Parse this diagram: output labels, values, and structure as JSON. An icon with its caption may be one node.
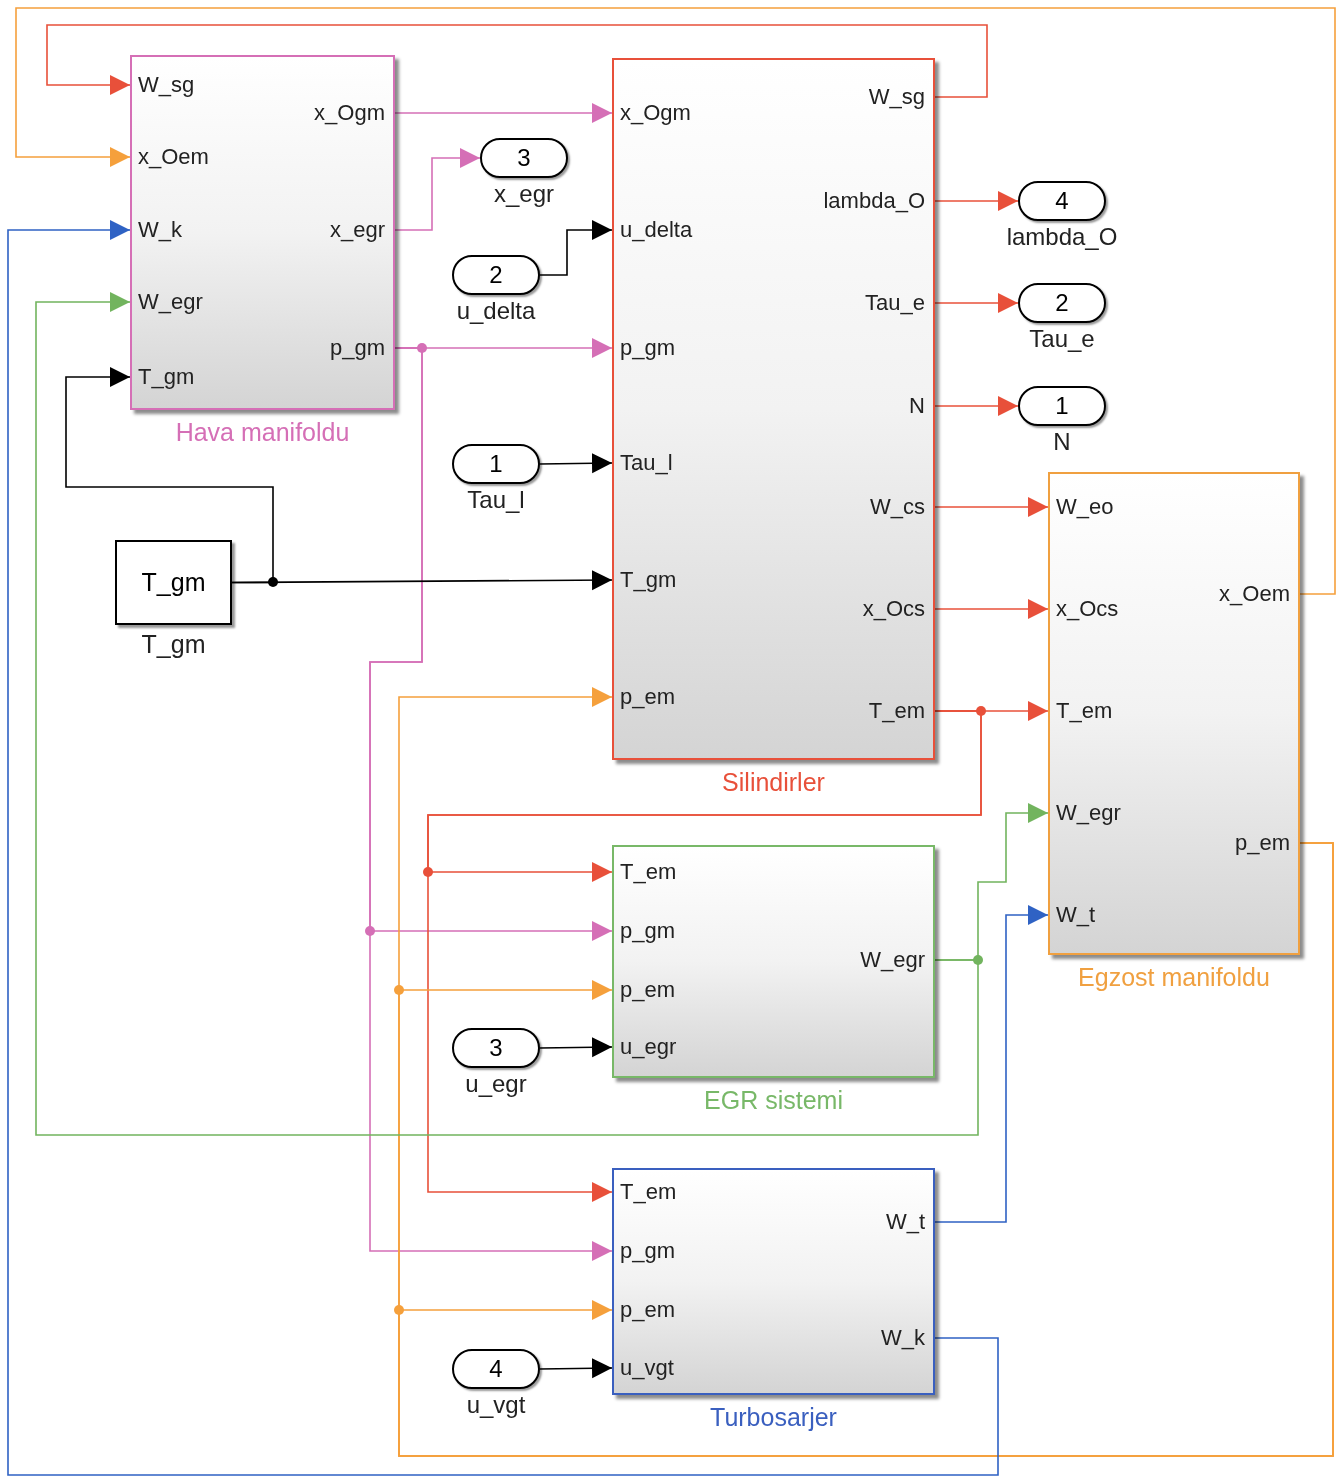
{
  "diagram": {
    "nodes": [
      {
        "text": [
          "Hava manifoldu"
        ]
      },
      {
        "text": [
          "W_sg"
        ],
        "in": 0
      },
      {
        "text": [
          "x_Oem"
        ],
        "in": 0
      },
      {
        "text": [
          "W_k"
        ],
        "in": 0
      },
      {
        "text": [
          "W_egr"
        ],
        "in": 0
      },
      {
        "text": [
          "T_gm"
        ],
        "in": 0
      },
      {
        "text": [
          "x_Ogm"
        ],
        "in": 0
      },
      {
        "text": [
          "x_egr"
        ],
        "in": 0
      },
      {
        "text": [
          "p_gm"
        ],
        "in": 0
      },
      {
        "text": [
          "Silindirler"
        ]
      },
      {
        "text": [
          "x_Ogm"
        ],
        "in": 9
      },
      {
        "text": [
          "u_delta"
        ],
        "in": 9
      },
      {
        "text": [
          "p_gm"
        ],
        "in": 9
      },
      {
        "text": [
          "Tau_l"
        ],
        "in": 9
      },
      {
        "text": [
          "T_gm"
        ],
        "in": 9
      },
      {
        "text": [
          "p_em"
        ],
        "in": 9
      },
      {
        "text": [
          "W_sg"
        ],
        "in": 9
      },
      {
        "text": [
          "lambda_O"
        ],
        "in": 9
      },
      {
        "text": [
          "Tau_e"
        ],
        "in": 9
      },
      {
        "text": [
          "N"
        ],
        "in": 9
      },
      {
        "text": [
          "W_cs"
        ],
        "in": 9
      },
      {
        "text": [
          "x_Ocs"
        ],
        "in": 9
      },
      {
        "text": [
          "T_em"
        ],
        "in": 9
      },
      {
        "text": [
          "3"
        ],
        "beside": [
          "x_egr"
        ]
      },
      {
        "text": [
          "2"
        ],
        "beside": [
          "u_delta"
        ]
      },
      {
        "text": [
          "4"
        ],
        "beside": [
          "lambda_O"
        ]
      },
      {
        "text": [
          "2"
        ],
        "beside": [
          "Tau_e"
        ]
      },
      {
        "text": [
          "1"
        ],
        "beside": [
          "N"
        ]
      },
      {
        "text": [
          "1"
        ],
        "beside": [
          "Tau_l"
        ]
      },
      {
        "text": [
          "T_gm"
        ],
        "beside": [
          "T_gm"
        ]
      },
      {
        "text": [
          "Egzost manifoldu"
        ]
      },
      {
        "text": [
          "W_eo"
        ],
        "in": 30
      },
      {
        "text": [
          "x_Ocs"
        ],
        "in": 30
      },
      {
        "text": [
          "T_em"
        ],
        "in": 30
      },
      {
        "text": [
          "W_egr"
        ],
        "in": 30
      },
      {
        "text": [
          "W_t"
        ],
        "in": 30
      },
      {
        "text": [
          "x_Oem"
        ],
        "in": 30
      },
      {
        "text": [
          "p_em"
        ],
        "in": 30
      },
      {
        "text": [
          "EGR sistemi"
        ]
      },
      {
        "text": [
          "T_em"
        ],
        "in": 38
      },
      {
        "text": [
          "p_gm"
        ],
        "in": 38
      },
      {
        "text": [
          "p_em"
        ],
        "in": 38
      },
      {
        "text": [
          "u_egr"
        ],
        "in": 38
      },
      {
        "text": [
          "W_egr"
        ],
        "in": 38
      },
      {
        "text": [
          "3"
        ],
        "beside": [
          "u_egr"
        ]
      },
      {
        "text": [
          "Turbosarjer"
        ]
      },
      {
        "text": [
          "T_em"
        ],
        "in": 45
      },
      {
        "text": [
          "p_gm"
        ],
        "in": 45
      },
      {
        "text": [
          "p_em"
        ],
        "in": 45
      },
      {
        "text": [
          "u_vgt"
        ],
        "in": 45
      },
      {
        "text": [
          "W_t"
        ],
        "in": 45
      },
      {
        "text": [
          "W_k"
        ],
        "in": 45
      },
      {
        "text": [
          "4"
        ],
        "beside": [
          "u_vgt"
        ]
      }
    ],
    "edges": [
      {
        "from": 6,
        "to": 10,
        "arrow": "to",
        "color": "#d56fb6"
      },
      {
        "from": 7,
        "to": 23,
        "arrow": "to",
        "color": "#d56fb6"
      },
      {
        "from": 8,
        "to": 12,
        "arrow": "to",
        "color": "#d56fb6"
      },
      {
        "from": 8,
        "to": 40,
        "arrow": "to",
        "color": "#d56fb6"
      },
      {
        "from": 8,
        "to": 47,
        "arrow": "to",
        "color": "#d56fb6"
      },
      {
        "from": 24,
        "to": 11,
        "arrow": "to",
        "color": "#000000"
      },
      {
        "from": 28,
        "to": 13,
        "arrow": "to",
        "color": "#000000"
      },
      {
        "from": 29,
        "to": 14,
        "arrow": "to",
        "color": "#000000"
      },
      {
        "from": 29,
        "to": 5,
        "arrow": "to",
        "color": "#000000"
      },
      {
        "from": 16,
        "to": 1,
        "arrow": "to"
      },
      {
        "from": 17,
        "to": 25,
        "arrow": "to"
      },
      {
        "from": 18,
        "to": 26,
        "arrow": "to"
      },
      {
        "from": 19,
        "to": 27,
        "arrow": "to"
      },
      {
        "from": 20,
        "to": 31,
        "arrow": "to"
      },
      {
        "from": 21,
        "to": 32,
        "arrow": "to"
      },
      {
        "from": 22,
        "to": 33,
        "arrow": "to"
      },
      {
        "from": 22,
        "to": 39,
        "arrow": "to"
      },
      {
        "from": 22,
        "to": 46,
        "arrow": "to"
      },
      {
        "from": 36,
        "to": 2,
        "arrow": "to",
        "color": "#f5a03c"
      },
      {
        "from": 37,
        "to": 15,
        "arrow": "to",
        "color": "#f5a03c"
      },
      {
        "from": 37,
        "to": 41,
        "arrow": "to",
        "color": "#f5a03c"
      },
      {
        "from": 37,
        "to": 48,
        "arrow": "to",
        "color": "#f5a03c"
      },
      {
        "from": 43,
        "to": 34,
        "arrow": "to",
        "color": "#72b45e"
      },
      {
        "from": 43,
        "to": 4,
        "arrow": "to",
        "color": "#72b45e"
      },
      {
        "from": 44,
        "to": 42,
        "arrow": "to",
        "color": "#000000"
      },
      {
        "from": 50,
        "to": 35,
        "arrow": "to",
        "color": "#2f62c4"
      },
      {
        "from": 51,
        "to": 3,
        "arrow": "to",
        "color": "#2f62c4"
      },
      {
        "from": 52,
        "to": 49,
        "arrow": "to",
        "color": "#000000"
      }
    ]
  }
}
